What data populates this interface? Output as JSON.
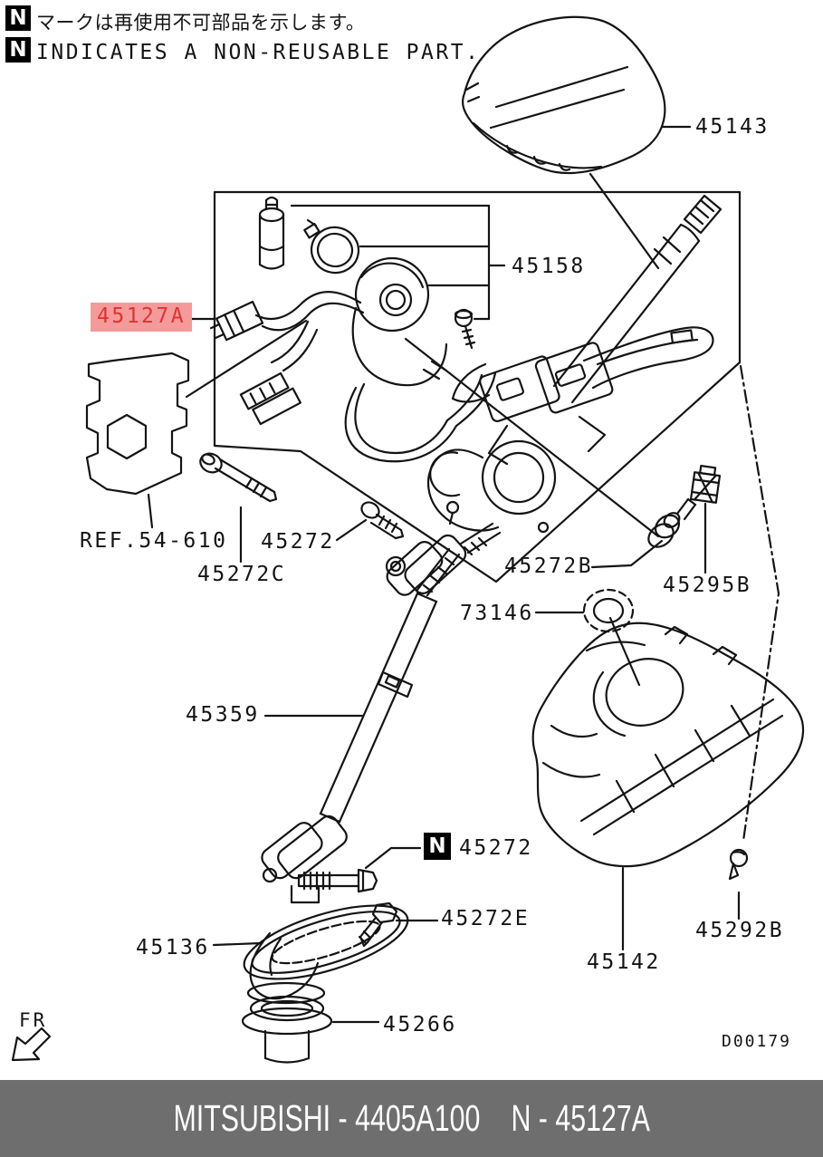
{
  "notes": {
    "n_symbol": "N",
    "jp": "マークは再使用不可部品を示します。",
    "en": "INDICATES A NON-REUSABLE PART."
  },
  "labels": {
    "p45143": "45143",
    "p45158": "45158",
    "p45127A": "45127A",
    "ref54610": "REF.54-610",
    "p45272_a": "45272",
    "p45272C": "45272C",
    "p45272B": "45272B",
    "p45295B": "45295B",
    "p73146": "73146",
    "p45359": "45359",
    "p45272_n": "45272",
    "p45272E": "45272E",
    "p45136": "45136",
    "p45142": "45142",
    "p45292B": "45292B",
    "p45266": "45266"
  },
  "annotations": {
    "fr": "FR",
    "drawing_code": "D00179"
  },
  "footer": {
    "brand_part": "MITSUBISHI - 4405A100",
    "selected_part": "N - 45127A"
  },
  "colors": {
    "highlight_bg": "#f59a9a",
    "highlight_text": "#dd3333",
    "footer_bg": "#6e6e6e",
    "line": "#141414"
  }
}
